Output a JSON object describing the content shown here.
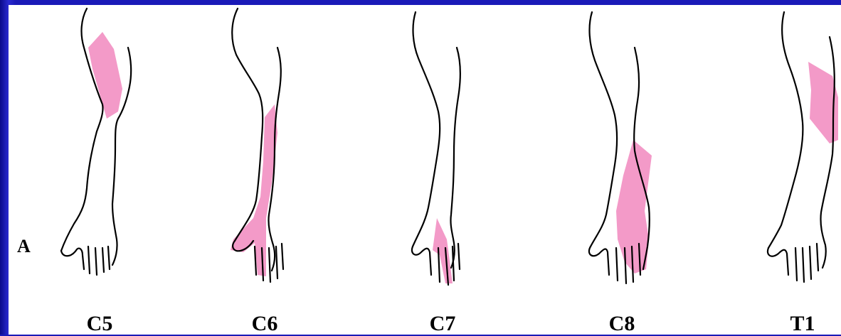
{
  "figure": {
    "panel_letter": "A",
    "dermatomes": [
      {
        "label": "C5"
      },
      {
        "label": "C6"
      },
      {
        "label": "C7"
      },
      {
        "label": "C8"
      },
      {
        "label": "T1"
      }
    ],
    "colors": {
      "background": "#1a1ab8",
      "dermatome_fill": "#f39ac8",
      "outline": "#000000"
    }
  }
}
